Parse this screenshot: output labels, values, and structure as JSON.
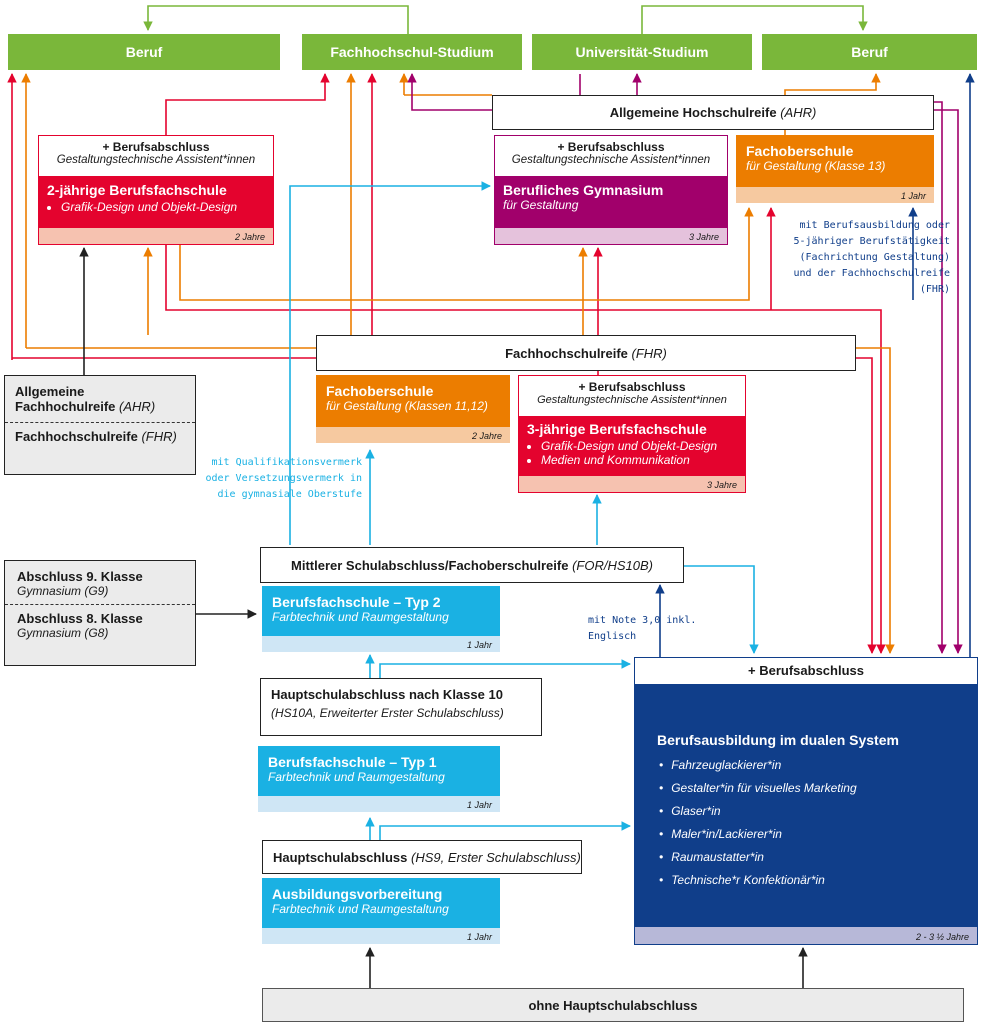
{
  "top": {
    "beruf_left": "Beruf",
    "fh_studium": "Fachhochschul-Studium",
    "uni_studium": "Universität-Studium",
    "beruf_right": "Beruf"
  },
  "ahr_bar": {
    "label": "Allgemeine Hochschulreife",
    "abbr": "(AHR)"
  },
  "bfs2": {
    "header": "+ Berufsabschluss",
    "subheader": "Gestaltungstechnische Assistent*innen",
    "title": "2-jährige Berufsfachschule",
    "items": [
      "Grafik-Design und Objekt-Design"
    ],
    "duration": "2 Jahre"
  },
  "bg": {
    "header": "+ Berufsabschluss",
    "subheader": "Gestaltungstechnische Assistent*innen",
    "title": "Berufliches Gymnasium",
    "subtitle": "für Gestaltung",
    "duration": "3 Jahre"
  },
  "fos13": {
    "title": "Fachoberschule",
    "subtitle": "für Gestaltung (Klasse 13)",
    "duration": "1 Jahr"
  },
  "note_fos13": "mit Berufsausbildung oder 5-jähriger Berufstätigkeit (Fachrichtung Gestaltung) und der Fachhochschulreife (FHR)",
  "fhr_bar": {
    "label": "Fachhochschulreife",
    "abbr": "(FHR)"
  },
  "left_box": {
    "line1": "Allgemeine",
    "line2": "Fachhochulreife",
    "line2_abbr": "(AHR)",
    "line3": "Fachhochschulreife",
    "line3_abbr": "(FHR)"
  },
  "fos1112": {
    "title": "Fachoberschule",
    "subtitle": "für Gestaltung (Klassen 11,12)",
    "duration": "2 Jahre"
  },
  "bfs3": {
    "header": "+ Berufsabschluss",
    "subheader": "Gestaltungstechnische Assistent*innen",
    "title": "3-jährige Berufsfachschule",
    "items": [
      "Grafik-Design und Objekt-Design",
      "Medien und Kommunikation"
    ],
    "duration": "3 Jahre"
  },
  "note_qual": "mit Qualifikationsvermerk oder Versetzungsvermerk in die gymnasiale Oberstufe",
  "msa_bar": {
    "label": "Mittlerer Schulabschluss/Fachoberschulreife",
    "abbr": "(FOR/HS10B)"
  },
  "gym_box": {
    "line1": "Abschluss 9. Klasse",
    "line1_sub": "Gymnasium (G9)",
    "line2": "Abschluss 8. Klasse",
    "line2_sub": "Gymnasium (G8)"
  },
  "bfs_typ2": {
    "title": "Berufsfachschule – Typ 2",
    "subtitle": "Farbtechnik und Raumgestaltung",
    "duration": "1 Jahr"
  },
  "note_note3": "mit Note 3,0 inkl. Englisch",
  "hs10_box": {
    "title": "Hauptschulabschluss nach Klasse 10",
    "subtitle": "(HS10A, Erweiterter Erster Schulabschluss)"
  },
  "bfs_typ1": {
    "title": "Berufsfachschule – Typ 1",
    "subtitle": "Farbtechnik und Raumgestaltung",
    "duration": "1 Jahr"
  },
  "hs9_bar": {
    "label": "Hauptschulabschluss",
    "abbr": "(HS9, Erster Schulabschluss)"
  },
  "avb": {
    "title": "Ausbildungsvorbereitung",
    "subtitle": "Farbtechnik und Raumgestaltung",
    "duration": "1 Jahr"
  },
  "dual": {
    "header": "+ Berufsabschluss",
    "title": "Berufsausbildung im dualen System",
    "items": [
      "Fahrzeuglackierer*in",
      "Gestalter*in für visuelles Marketing",
      "Glaser*in",
      "Maler*in/Lackierer*in",
      "Raumaustatter*in",
      "Technische*r Konfektionär*in"
    ],
    "duration": "2 - 3 ½ Jahre"
  },
  "bottom": {
    "label": "ohne Hauptschulabschluss"
  },
  "colors": {
    "green": "#7ab73a",
    "red": "#e4032e",
    "purple": "#a1006b",
    "orange": "#ec7d00",
    "cyan": "#1ab1e3",
    "navy": "#103e8a",
    "pink_footer": "#f6c2b0",
    "lilac_footer": "#e5c2dc",
    "light_blue_footer": "#cfe6f5",
    "gray_box": "#ebebeb"
  }
}
